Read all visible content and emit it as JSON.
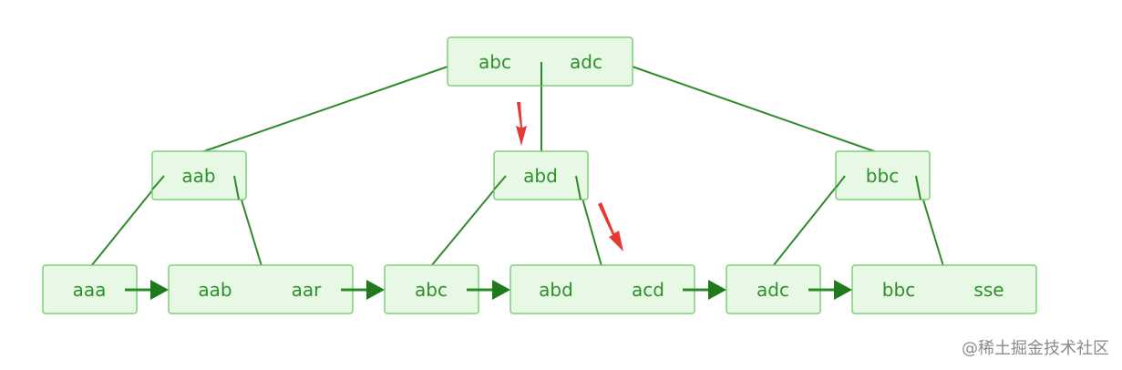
{
  "tree": {
    "root": {
      "keys": [
        "abc",
        "adc"
      ]
    },
    "internal": [
      {
        "keys": [
          "aab"
        ]
      },
      {
        "keys": [
          "abd"
        ]
      },
      {
        "keys": [
          "bbc"
        ]
      }
    ],
    "leaves": [
      {
        "keys": [
          "aaa"
        ]
      },
      {
        "keys": [
          "aab",
          "aar"
        ]
      },
      {
        "keys": [
          "abc"
        ]
      },
      {
        "keys": [
          "abd",
          "acd"
        ]
      },
      {
        "keys": [
          "adc"
        ]
      },
      {
        "keys": [
          "bbc",
          "sse"
        ]
      }
    ]
  },
  "colors": {
    "node_fill": "#e7f8e4",
    "node_border": "#7fcf7a",
    "key_text": "#2f8f2c",
    "edge": "#2e8b2b",
    "highlight_arrow": "#e53935"
  },
  "watermark": "@稀土掘金技术社区"
}
